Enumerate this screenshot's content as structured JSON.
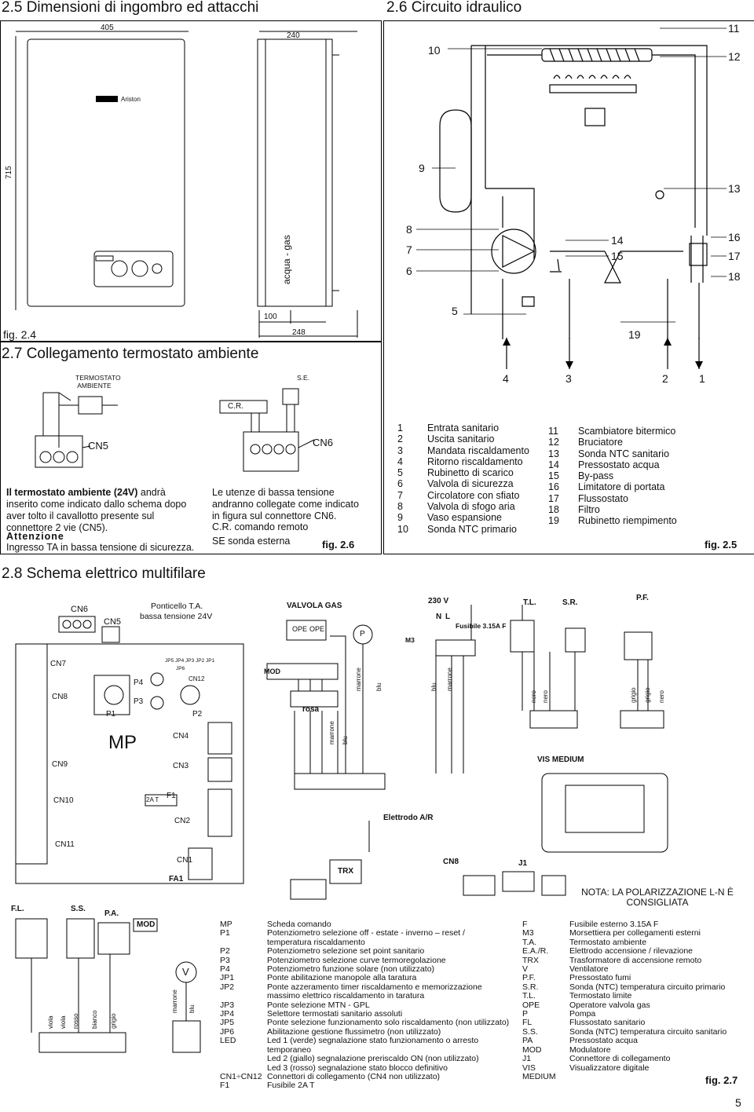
{
  "headings": {
    "dim": "2.5 Dimensioni di ingombro ed attacchi",
    "hydraulic": "2.6 Circuito idraulico",
    "thermostat": "2.7 Collegamento termostato ambiente",
    "wiring": "2.8 Schema elettrico multifilare"
  },
  "dims": {
    "w405": "405",
    "w240": "240",
    "h715": "715",
    "w100": "100",
    "w248": "248",
    "acqua_gas": "acqua - gas",
    "brand": "Ariston",
    "fig": "fig. 2.4"
  },
  "hydro": {
    "numbers": [
      "10",
      "11",
      "12",
      "9",
      "13",
      "8",
      "7",
      "6",
      "14",
      "15",
      "16",
      "17",
      "18",
      "5",
      "19",
      "4",
      "3",
      "2",
      "1"
    ],
    "fig": "fig. 2.5",
    "legend_left": [
      {
        "n": "1",
        "t": "Entrata sanitario"
      },
      {
        "n": "2",
        "t": "Uscita sanitario"
      },
      {
        "n": "3",
        "t": "Mandata riscaldamento"
      },
      {
        "n": "4",
        "t": "Ritorno riscaldamento"
      },
      {
        "n": "5",
        "t": "Rubinetto di scarico"
      },
      {
        "n": "6",
        "t": "Valvola di sicurezza"
      },
      {
        "n": "7",
        "t": "Circolatore con sfiato"
      },
      {
        "n": "8",
        "t": "Valvola di sfogo aria"
      },
      {
        "n": "9",
        "t": "Vaso espansione"
      },
      {
        "n": "10",
        "t": "Sonda NTC primario"
      }
    ],
    "legend_right": [
      {
        "n": "11",
        "t": "Scambiatore bitermico"
      },
      {
        "n": "12",
        "t": "Bruciatore"
      },
      {
        "n": "13",
        "t": "Sonda NTC sanitario"
      },
      {
        "n": "14",
        "t": "Pressostato acqua"
      },
      {
        "n": "15",
        "t": "By-pass"
      },
      {
        "n": "16",
        "t": "Limitatore di portata"
      },
      {
        "n": "17",
        "t": "Flussostato"
      },
      {
        "n": "18",
        "t": "Filtro"
      },
      {
        "n": "19",
        "t": "Rubinetto riempimento"
      }
    ]
  },
  "thermo": {
    "ta_label": "TERMOSTATO AMBIENTE",
    "se_label": "S.E.",
    "cr_label": "C.R.",
    "cn5": "CN5",
    "cn6": "CN6",
    "text_bold": "Il termostato ambiente (24V)",
    "text_rest": " andrà inserito come indicato dallo schema dopo aver tolto il cavallotto presente sul connettore 2 vie (CN5).",
    "attenzione": "Attenzione",
    "ingresso": "Ingresso TA in bassa tensione di sicurezza.",
    "utenze": "Le utenze di bassa tensione andranno collegate come indicato in figura sul connettore CN6.",
    "cr_text": "C.R. comando remoto",
    "se_text": "SE sonda esterna",
    "fig": "fig. 2.6"
  },
  "wiring": {
    "labels": {
      "cn6": "CN6",
      "cn5": "CN5",
      "ponticello": "Ponticello T.A.",
      "bassa": "bassa tensione 24V",
      "valvola": "VALVOLA GAS",
      "ope1": "OPE",
      "ope2": "OPE",
      "p": "P",
      "v230": "230 V",
      "n": "N",
      "l": "L",
      "fusibile": "Fusibile 3.15A F",
      "m3": "M3",
      "tl": "T.L.",
      "sr": "S.R.",
      "pf": "P.F.",
      "cn7": "CN7",
      "cn8": "CN8",
      "cn9": "CN9",
      "cn10": "CN10",
      "cn11": "CN11",
      "cn12": "CN12",
      "p1": "P1",
      "p2": "P2",
      "p3": "P3",
      "p4": "P4",
      "mp": "MP",
      "cn4": "CN4",
      "cn3": "CN3",
      "cn2": "CN2",
      "cn1": "CN1",
      "f1": "F1",
      "fa1": "FA1",
      "a2": "2A T",
      "jp": "JP5 JP4 JP3 JP2 JP1",
      "jp6": "JP6",
      "mod": "MOD",
      "rosa": "rosa",
      "vis": "VIS MEDIUM",
      "elettrodo": "Elettrodo A/R",
      "trx": "TRX",
      "j1": "J1",
      "cn8b": "CN8",
      "fl": "F.L.",
      "ss": "S.S.",
      "pa": "P.A.",
      "modb": "MOD",
      "v": "V",
      "nota": "NOTA: LA POLARIZZAZIONE L-N È CONSIGLIATA",
      "marrone": "marrone",
      "blu": "blu",
      "nero": "nero",
      "grigio": "grigio",
      "viola": "viola",
      "rosso": "rosso",
      "bianco": "bianco"
    },
    "legend_a": [
      {
        "k": "MP",
        "v": "Scheda comando"
      },
      {
        "k": "P1",
        "v": "Potenziometro selezione off - estate - inverno – reset / temperatura riscaldamento"
      },
      {
        "k": "P2",
        "v": "Potenziometro selezione set point sanitario"
      },
      {
        "k": "P3",
        "v": "Potenziometro selezione curve termoregolazione"
      },
      {
        "k": "P4",
        "v": "Potenziometro funzione solare (non utilizzato)"
      },
      {
        "k": "JP1",
        "v": "Ponte abilitazione manopole alla taratura"
      },
      {
        "k": "JP2",
        "v": "Ponte azzeramento timer riscaldamento e memorizzazione massimo elettrico riscaldamento in taratura"
      },
      {
        "k": "JP3",
        "v": "Ponte selezione MTN - GPL"
      },
      {
        "k": "JP4",
        "v": "Selettore termostati sanitario assoluti"
      },
      {
        "k": "JP5",
        "v": "Ponte selezione funzionamento solo riscaldamento (non utilizzato)"
      },
      {
        "k": "JP6",
        "v": "Abilitazione gestione flussimetro (non utilizzato)"
      },
      {
        "k": "LED",
        "v": "Led 1 (verde) segnalazione stato funzionamento o arresto temporaneo"
      },
      {
        "k": "",
        "v": "Led 2 (giallo) segnalazione preriscaldo ON (non utilizzato)"
      },
      {
        "k": "",
        "v": "Led 3 (rosso) segnalazione stato blocco definitivo"
      },
      {
        "k": "CN1÷CN12",
        "v": "Connettori di collegamento (CN4 non utilizzato)"
      },
      {
        "k": "F1",
        "v": "Fusibile 2A T"
      }
    ],
    "legend_b": [
      {
        "k": "F",
        "v": "Fusibile esterno 3.15A F"
      },
      {
        "k": "M3",
        "v": "Morsettiera per collegamenti esterni"
      },
      {
        "k": "T.A.",
        "v": "Termostato ambiente"
      },
      {
        "k": "E.A./R.",
        "v": "Elettrodo accensione / rilevazione"
      },
      {
        "k": "TRX",
        "v": "Trasformatore di accensione remoto"
      },
      {
        "k": "V",
        "v": "Ventilatore"
      },
      {
        "k": "P.F.",
        "v": "Pressostato fumi"
      },
      {
        "k": "S.R.",
        "v": "Sonda (NTC) temperatura circuito primario"
      },
      {
        "k": "T.L.",
        "v": "Termostato limite"
      },
      {
        "k": "OPE",
        "v": "Operatore valvola gas"
      },
      {
        "k": "P",
        "v": "Pompa"
      },
      {
        "k": "FL",
        "v": "Flussostato sanitario"
      },
      {
        "k": "S.S.",
        "v": "Sonda (NTC) temperatura circuito sanitario"
      },
      {
        "k": "PA",
        "v": "Pressostato acqua"
      },
      {
        "k": "MOD",
        "v": "Modulatore"
      },
      {
        "k": "J1",
        "v": "Connettore di collegamento"
      },
      {
        "k": "VIS MEDIUM",
        "v": "Visualizzatore digitale"
      }
    ],
    "fig": "fig. 2.7"
  },
  "page_number": "5"
}
